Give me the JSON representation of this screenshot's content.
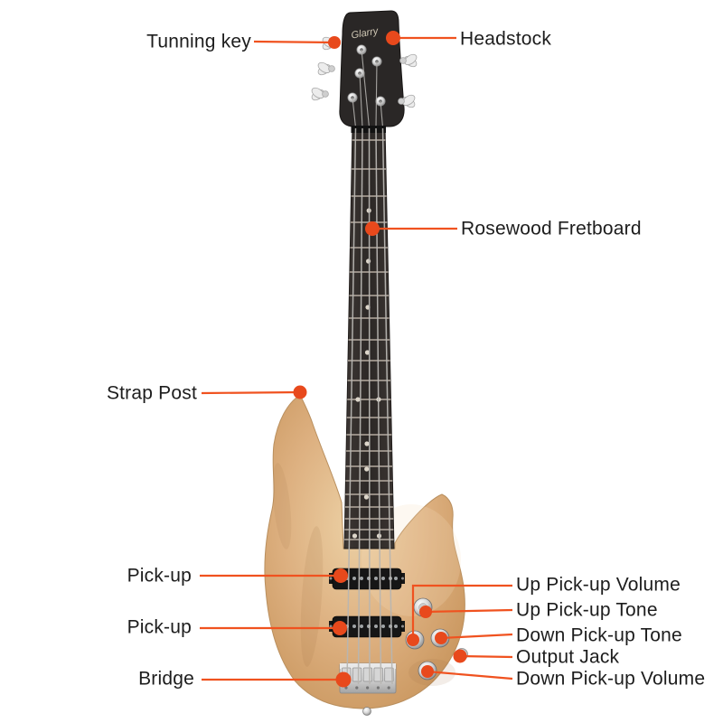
{
  "style": {
    "line_color": "#f0521f",
    "dot_color": "#e8491c",
    "label_color": "#1d1d1d",
    "background": "#ffffff"
  },
  "brand": {
    "logo_text": "Glarry"
  },
  "callouts": {
    "left": [
      {
        "id": "tuning-key",
        "label": "Tunning key"
      },
      {
        "id": "strap-post",
        "label": "Strap Post"
      },
      {
        "id": "pickup-neck",
        "label": "Pick-up"
      },
      {
        "id": "pickup-bridge",
        "label": "Pick-up"
      },
      {
        "id": "bridge",
        "label": "Bridge"
      }
    ],
    "right": [
      {
        "id": "headstock",
        "label": "Headstock"
      },
      {
        "id": "rosewood-fretboard",
        "label": "Rosewood Fretboard"
      },
      {
        "id": "up-pickup-volume",
        "label": "Up Pick-up Volume"
      },
      {
        "id": "up-pickup-tone",
        "label": "Up Pick-up Tone"
      },
      {
        "id": "down-pickup-tone",
        "label": "Down Pick-up Tone"
      },
      {
        "id": "output-jack",
        "label": "Output Jack"
      },
      {
        "id": "down-pickup-volume",
        "label": "Down Pick-up Volume"
      }
    ]
  }
}
